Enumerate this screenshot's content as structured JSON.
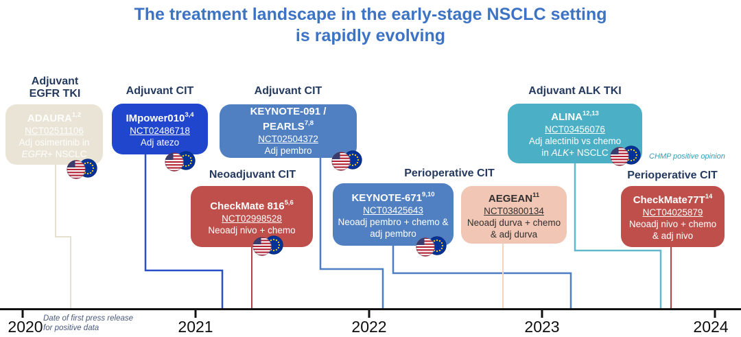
{
  "title": {
    "line1": "The treatment landscape in the early-stage NSCLC setting",
    "line2": "is rapidly evolving"
  },
  "categories": [
    {
      "label": "Adjuvant EGFR TKI"
    },
    {
      "label": "Adjuvant CIT"
    },
    {
      "label": "Adjuvant CIT"
    },
    {
      "label": "Neoadjuvant CIT"
    },
    {
      "label": "Perioperative CIT"
    },
    {
      "label": "Adjuvant ALK TKI"
    },
    {
      "label": "Perioperative CIT"
    }
  ],
  "trials": [
    {
      "name": "ADAURA",
      "refs": "1,2",
      "nct": "NCT02511106",
      "desc1": "Adj osimertinib in",
      "desc2_pre": "",
      "gene": "EGFR",
      "desc2_post": "+ NSCLC",
      "flags": [
        "US",
        "EU"
      ],
      "category": "Adjuvant EGFR TKI"
    },
    {
      "name": "IMpower010",
      "refs": "3,4",
      "nct": "NCT02486718",
      "desc1": "Adj atezo",
      "flags": [
        "US",
        "EU"
      ],
      "category": "Adjuvant CIT"
    },
    {
      "name": "KEYNOTE-091 / PEARLS",
      "refs": "7,8",
      "nct": "NCT02504372",
      "desc1": "Adj pembro",
      "flags": [
        "US",
        "EU"
      ],
      "category": "Adjuvant CIT"
    },
    {
      "name": "CheckMate 816",
      "refs": "5,6",
      "nct": "NCT02998528",
      "desc1": "Neoadj nivo + chemo",
      "flags": [
        "US",
        "EU"
      ],
      "category": "Neoadjuvant CIT"
    },
    {
      "name": "KEYNOTE-671",
      "refs": "9,10",
      "nct": "NCT03425643",
      "desc1": "Neoadj pembro + chemo & adj pembro",
      "flags": [
        "US",
        "EU"
      ],
      "category": "Perioperative CIT"
    },
    {
      "name": "AEGEAN",
      "refs": "11",
      "nct": "NCT03800134",
      "desc1": "Neoadj durva + chemo & adj durva",
      "flags": [],
      "category": "Perioperative CIT"
    },
    {
      "name": "ALINA",
      "refs": "12,13",
      "nct": "NCT03456076",
      "desc1": "Adj alectinib vs chemo",
      "desc2_pre": "in ",
      "gene": "ALK",
      "desc2_post": "+ NSCLC",
      "flags": [
        "US",
        "EU"
      ],
      "category": "Adjuvant ALK TKI"
    },
    {
      "name": "CheckMate77T",
      "refs": "14",
      "nct": "NCT04025879",
      "desc1": "Neoadj nivo + chemo & adj nivo",
      "flags": [],
      "category": "Perioperative CIT"
    }
  ],
  "annotations": {
    "chmp": "CHMP positive opinion",
    "note_line1": "Date of first press release",
    "note_line2": "for positive data"
  },
  "timeline": {
    "years": [
      "2020",
      "2021",
      "2022",
      "2023",
      "2024"
    ]
  },
  "colors": {
    "title_blue": "#3d73c5",
    "category_navy": "#24395e",
    "impower_blue": "#2046cd",
    "keynote_blue": "#5080c2",
    "checkmate_red": "#bf4f4b",
    "aegean_salmon": "#f2c6b4",
    "alina_teal": "#4bafc5",
    "adaura_beige": "#e9e4d6",
    "chmp_teal": "#2f9fb4",
    "axis_black": "#111111"
  }
}
